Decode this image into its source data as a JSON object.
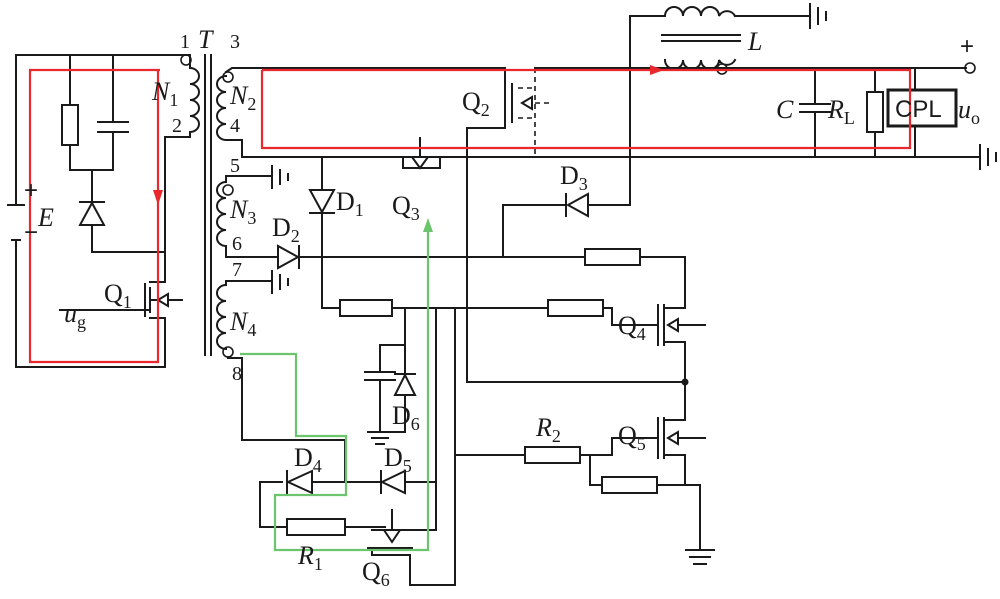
{
  "transformer": {
    "name": "T"
  },
  "pins": [
    "1",
    "2",
    "3",
    "4",
    "5",
    "6",
    "7",
    "8"
  ],
  "windings": {
    "n1": {
      "base": "N",
      "sub": "1"
    },
    "n2": {
      "base": "N",
      "sub": "2"
    },
    "n3": {
      "base": "N",
      "sub": "3"
    },
    "n4": {
      "base": "N",
      "sub": "4"
    }
  },
  "source": {
    "name": "E",
    "plus": "+",
    "minus": "−"
  },
  "gate": {
    "base": "u",
    "sub": "g"
  },
  "switches": {
    "q1": {
      "base": "Q",
      "sub": "1"
    },
    "q2": {
      "base": "Q",
      "sub": "2"
    },
    "q3": {
      "base": "Q",
      "sub": "3"
    },
    "q4": {
      "base": "Q",
      "sub": "4"
    },
    "q5": {
      "base": "Q",
      "sub": "5"
    },
    "q6": {
      "base": "Q",
      "sub": "6"
    }
  },
  "diodes": {
    "d1": {
      "base": "D",
      "sub": "1"
    },
    "d2": {
      "base": "D",
      "sub": "2"
    },
    "d3": {
      "base": "D",
      "sub": "3"
    },
    "d4": {
      "base": "D",
      "sub": "4"
    },
    "d5": {
      "base": "D",
      "sub": "5"
    },
    "d6": {
      "base": "D",
      "sub": "6"
    }
  },
  "passives": {
    "inductor": "L",
    "capacitor": "C",
    "load_resistor": {
      "base": "R",
      "sub": "L"
    },
    "r1": {
      "base": "R",
      "sub": "1"
    },
    "r2": {
      "base": "R",
      "sub": "2"
    }
  },
  "load": {
    "label": "CPL"
  },
  "output": {
    "base": "u",
    "sub": "o",
    "plus": "+"
  },
  "colors": {
    "wire": "#1a1a1a",
    "red_path": "#e8282d",
    "green_path": "#6cc46c"
  }
}
